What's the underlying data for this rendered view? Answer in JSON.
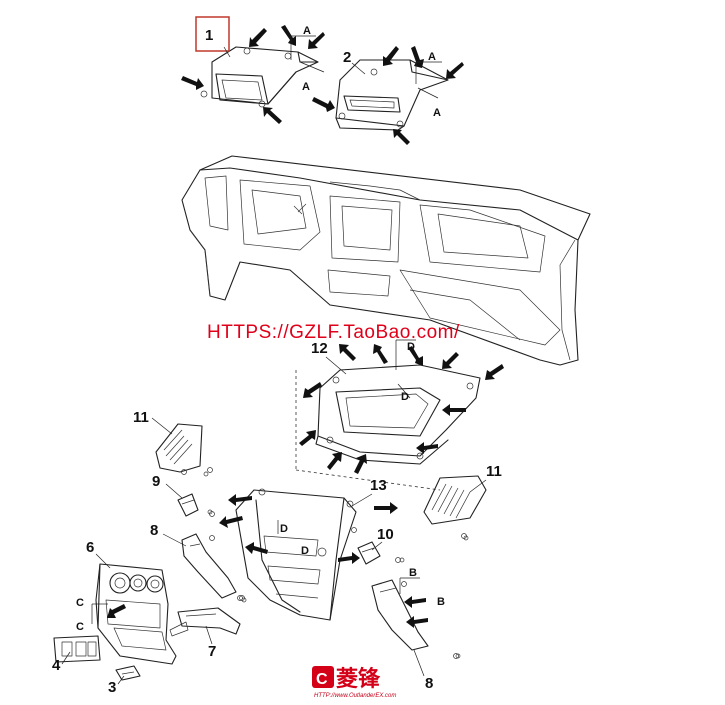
{
  "callouts": {
    "c1": "1",
    "c2": "2",
    "c3": "3",
    "c4": "4",
    "c6": "6",
    "c7": "7",
    "c8a": "8",
    "c8b": "8",
    "c9": "9",
    "c10": "10",
    "c11a": "11",
    "c11b": "11",
    "c12": "12",
    "c13": "13"
  },
  "refs": {
    "a1": "A",
    "a2": "A",
    "a3": "A",
    "a4": "A",
    "b1": "B",
    "b2": "B",
    "c1": "C",
    "c2": "C",
    "d1": "D",
    "d2": "D",
    "d3": "D",
    "d4": "D"
  },
  "watermark": {
    "text": "HTTPS://GZLF.TaoBao.com/"
  },
  "logo": {
    "text": "菱锋",
    "sub": "HTTP://www.OutlanderEX.com"
  },
  "colors": {
    "highlight_box": "#c0392b",
    "watermark": "#e0001a",
    "line": "#222222"
  }
}
